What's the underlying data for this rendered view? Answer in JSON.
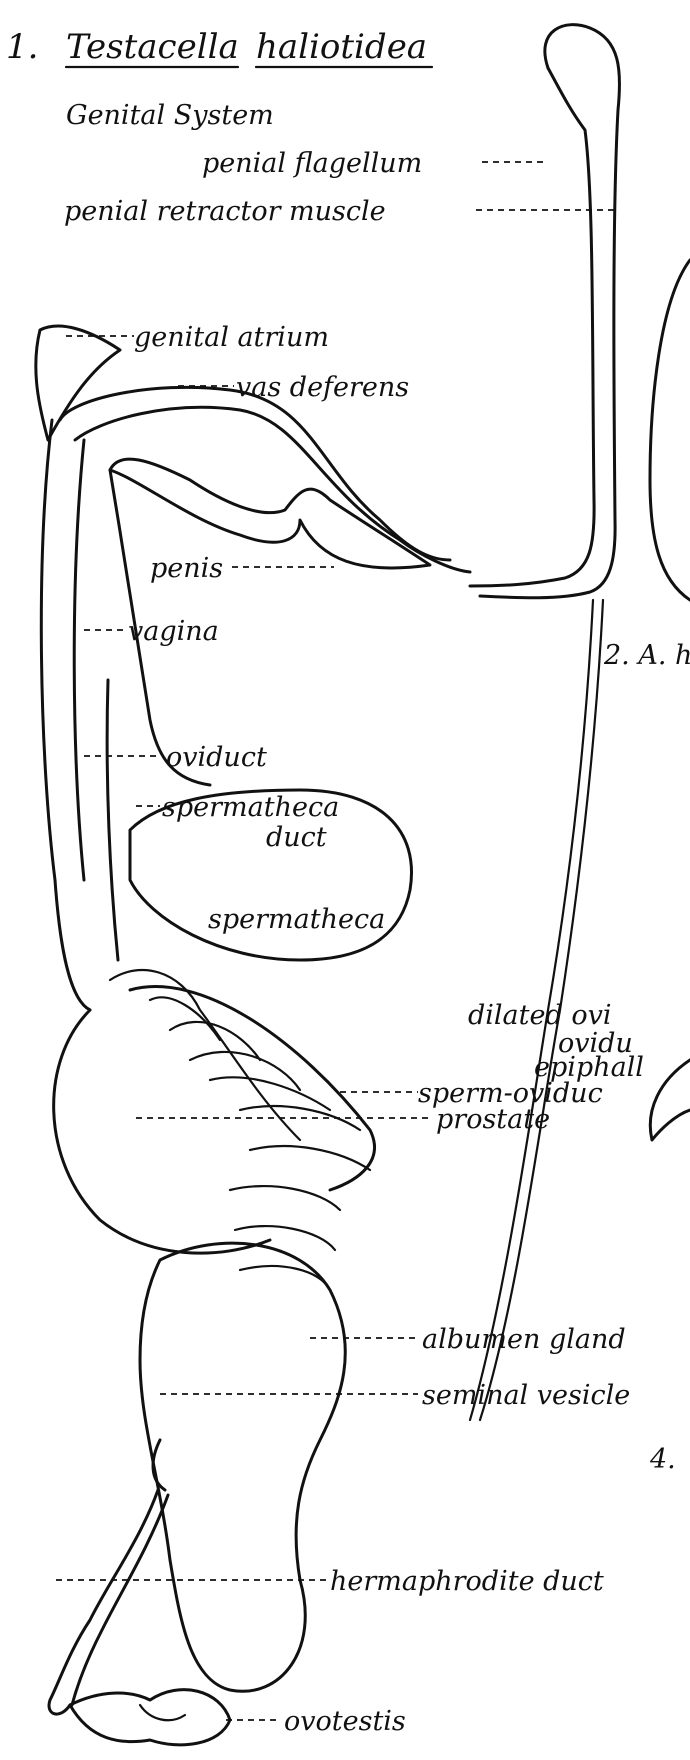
{
  "title": {
    "number": "1.",
    "genus": "Testacella",
    "species": "haliotidea",
    "subtitle": "Genital System"
  },
  "labels": {
    "penial_flagellum": "penial flagellum",
    "penial_retractor_muscle": "penial retractor muscle",
    "genital_atrium": "genital atrium",
    "vas_deferens": "vas deferens",
    "penis": "penis",
    "vagina": "vagina",
    "oviduct": "oviduct",
    "spermatheca_duct_1": "spermatheca",
    "spermatheca_duct_2": "duct",
    "spermatheca": "spermatheca",
    "sperm_oviduct": "sperm-oviduc",
    "prostate": "prostate",
    "albumen_gland": "albumen gland",
    "seminal_vesicle": "seminal vesicle",
    "hermaphrodite_duct": "hermaphrodite duct",
    "ovotestis": "ovotestis"
  },
  "cropped_neighbor": {
    "fig2_label": "2. A. h",
    "dilated_ovi": "dilated ovi",
    "ovidu": "ovidu",
    "epiphall": "epiphall",
    "fig4_label": "4."
  }
}
